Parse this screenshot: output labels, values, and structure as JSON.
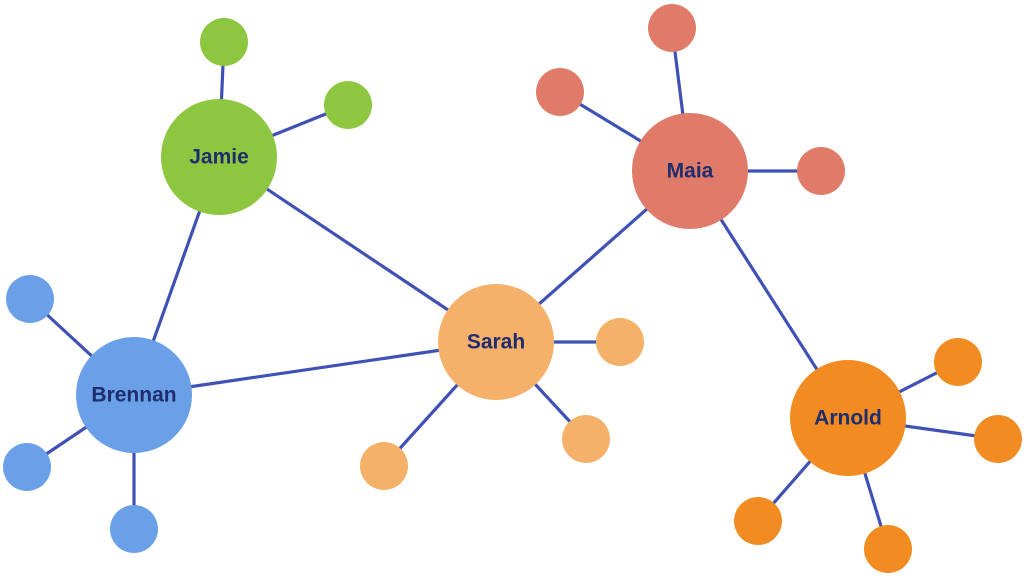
{
  "people": [
    {
      "id": "jamie",
      "name": "Jamie",
      "color": "#8dc63f"
    },
    {
      "id": "maia",
      "name": "Maia",
      "color": "#e07b6a"
    },
    {
      "id": "sarah",
      "name": "Sarah",
      "color": "#f5b06a"
    },
    {
      "id": "brennan",
      "name": "Brennan",
      "color": "#6aa0e8"
    },
    {
      "id": "arnold",
      "name": "Arnold",
      "color": "#f28c22"
    }
  ],
  "connections": [
    [
      "jamie",
      "brennan"
    ],
    [
      "jamie",
      "sarah"
    ],
    [
      "brennan",
      "sarah"
    ],
    [
      "sarah",
      "maia"
    ],
    [
      "maia",
      "arnold"
    ]
  ],
  "satellite_counts": {
    "jamie": 2,
    "maia": 3,
    "sarah": 3,
    "brennan": 3,
    "arnold": 4
  }
}
